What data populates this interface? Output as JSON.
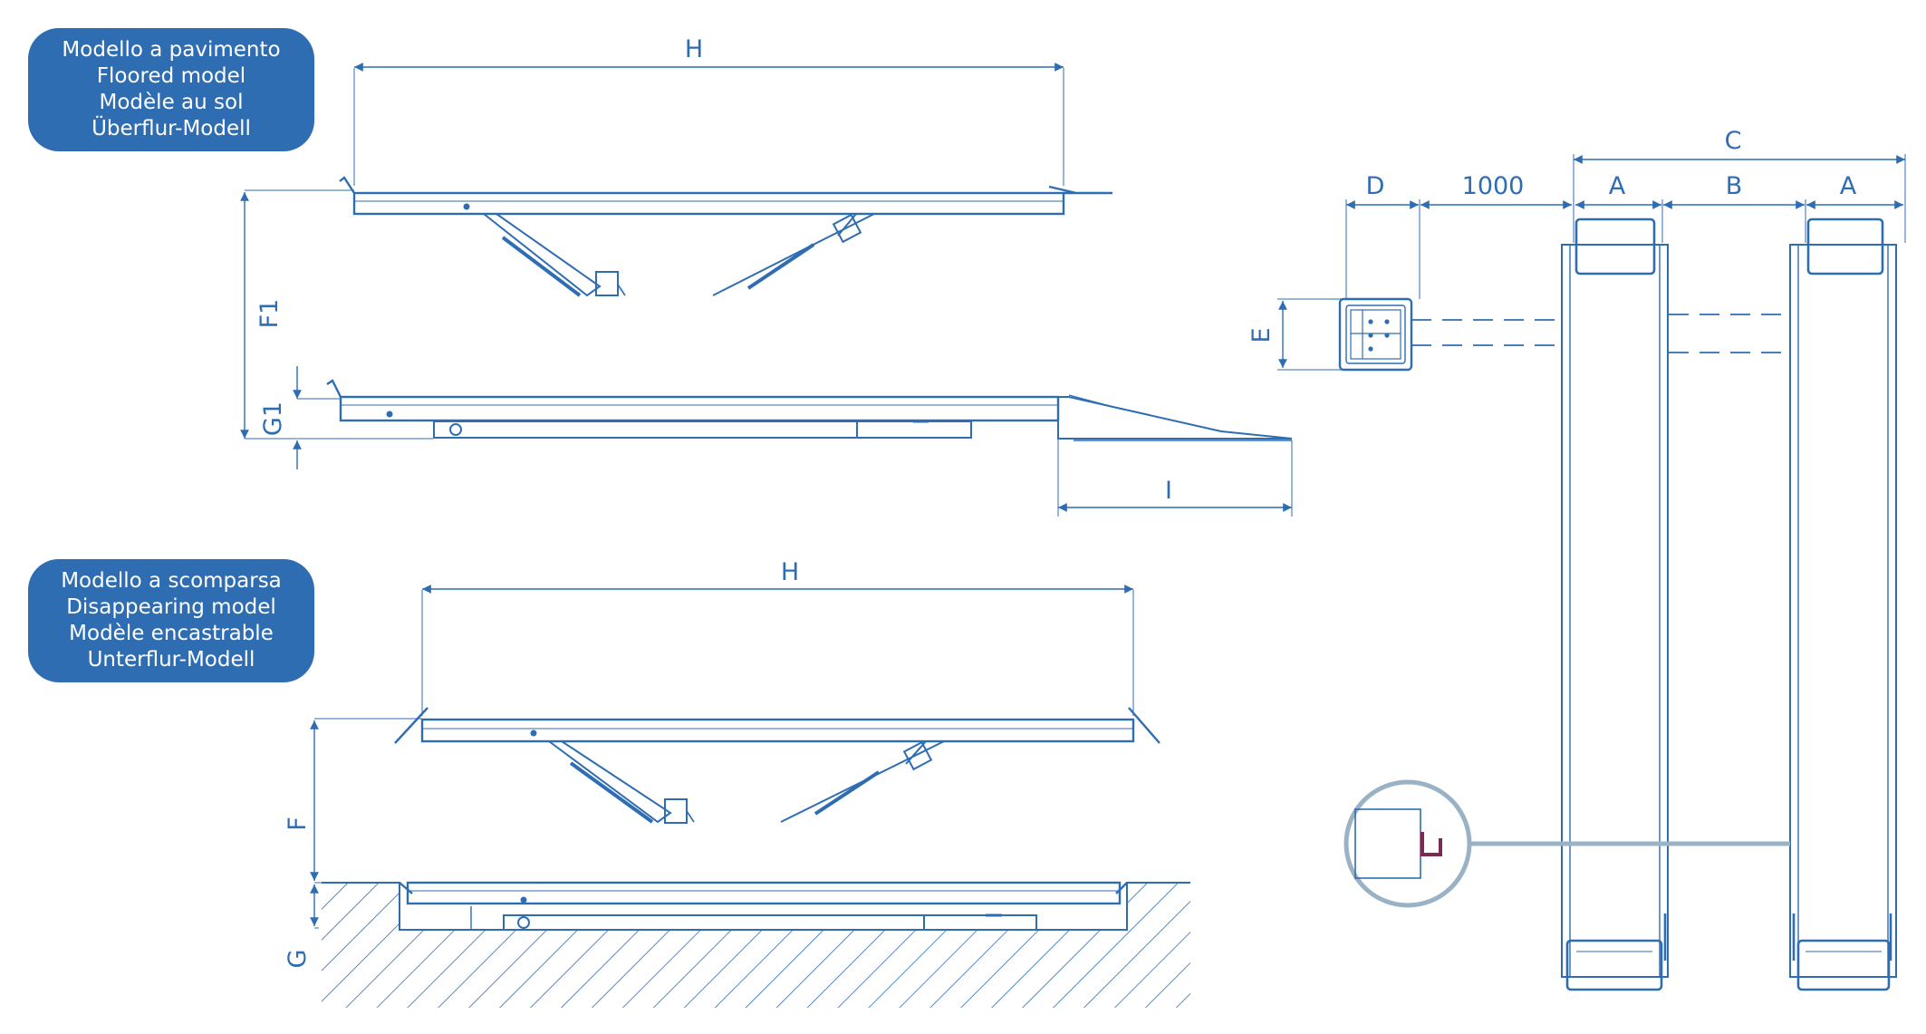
{
  "labels": {
    "floored": [
      "Modello a pavimento",
      "Floored model",
      "Modèle au sol",
      "Überflur-Modell"
    ],
    "disappearing": [
      "Modello a scomparsa",
      "Disappearing model",
      "Modèle encastrable",
      "Unterflur-Modell"
    ]
  },
  "dimensions": {
    "H_top": "H",
    "F1": "F1",
    "G1": "G1",
    "I": "I",
    "H_bottom": "H",
    "F": "F",
    "G": "G",
    "C": "C",
    "D": "D",
    "gap": "1000",
    "A_left": "A",
    "B": "B",
    "A_right": "A",
    "E": "E"
  },
  "colors": {
    "line": "#2f6db3",
    "badge": "#2f6db3",
    "detail_ring": "#9ab2c6",
    "bracket": "#7a2a55"
  }
}
